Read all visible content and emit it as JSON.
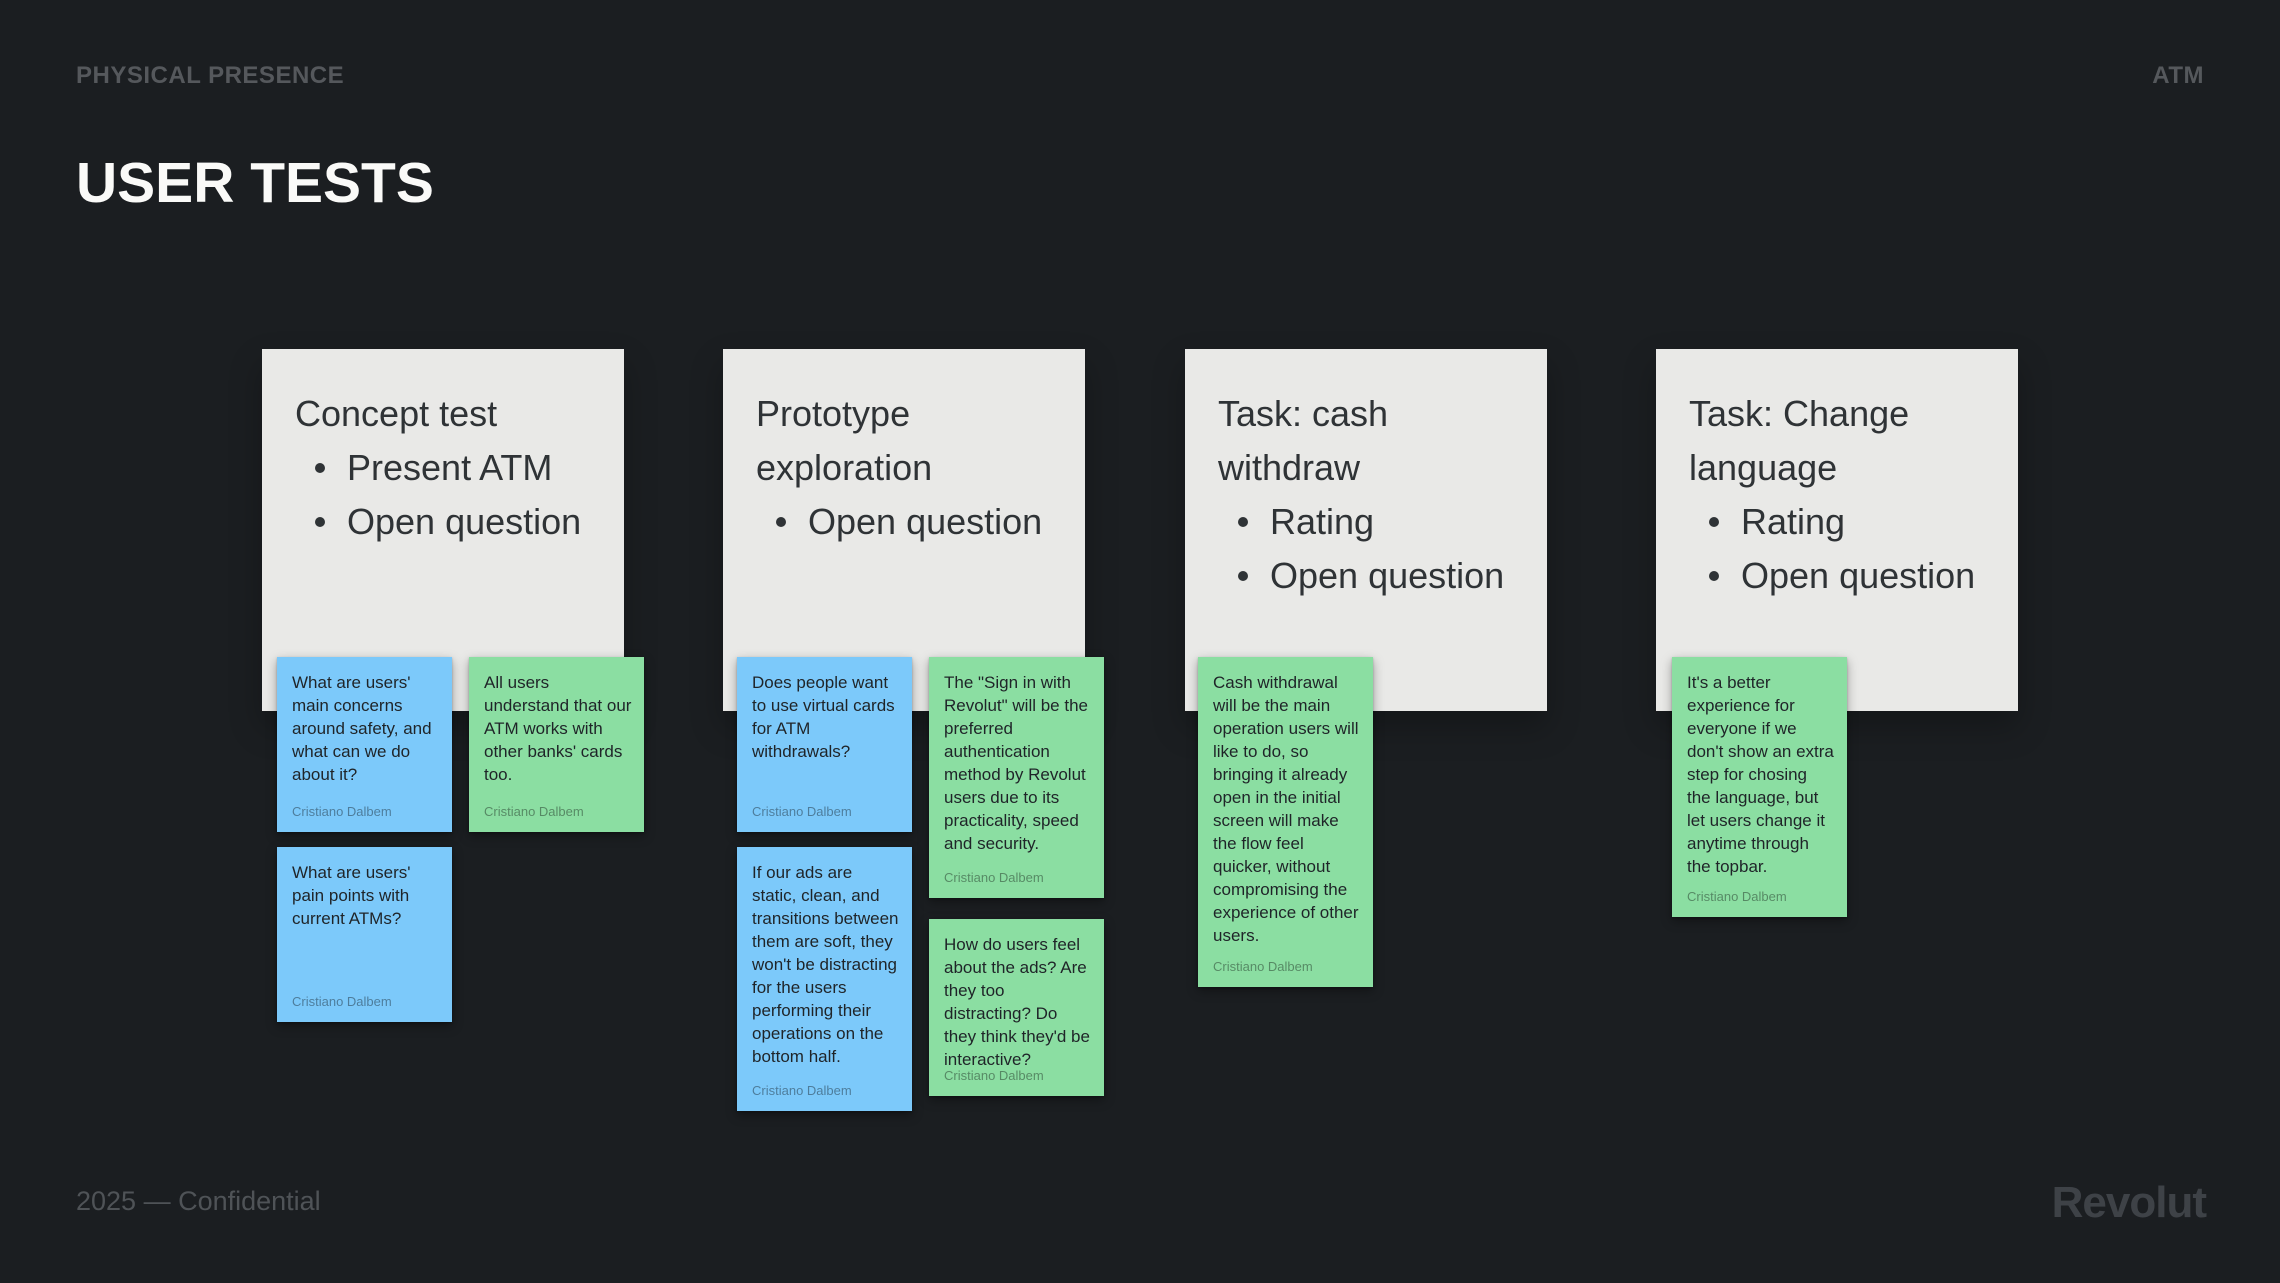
{
  "header": {
    "eyebrow": "PHYSICAL PRESENCE",
    "tag": "ATM"
  },
  "title": "USER TESTS",
  "footer": {
    "left": "2025 — Confidential",
    "logo": "Revolut"
  },
  "colors": {
    "background": "#1B1E21",
    "card": "#E9E9E7",
    "note_blue": "#7CC9FA",
    "note_green": "#8BDEA2",
    "eyebrow_text": "#55585C",
    "title_text": "#FAFAF8"
  },
  "columns": [
    {
      "heading": "Concept test",
      "bullets": [
        "Present ATM",
        "Open question"
      ],
      "notes": [
        {
          "color": "blue",
          "text": "What are users' main concerns around safety, and what can we do about it?",
          "author": "Cristiano Dalbem"
        },
        {
          "color": "green",
          "text": "All users understand that our ATM works with other banks' cards too.",
          "author": "Cristiano Dalbem"
        },
        {
          "color": "blue",
          "text": "What are users' pain points with current ATMs?",
          "author": "Cristiano Dalbem"
        }
      ]
    },
    {
      "heading": "Prototype exploration",
      "bullets": [
        "Open question"
      ],
      "notes": [
        {
          "color": "blue",
          "text": "Does people want to use virtual cards for ATM withdrawals?",
          "author": "Cristiano Dalbem"
        },
        {
          "color": "green",
          "text": "The \"Sign in with Revolut\" will be the preferred authentication method by Revolut users due to its practicality, speed and security.",
          "author": "Cristiano Dalbem"
        },
        {
          "color": "blue",
          "text": "If our ads are static, clean, and transitions between them are soft, they won't be distracting for the users performing their operations on the bottom half.",
          "author": "Cristiano Dalbem"
        },
        {
          "color": "green",
          "text": "How do users feel about the ads? Are they too distracting? Do they think they'd be interactive?",
          "author": "Cristiano Dalbem"
        }
      ]
    },
    {
      "heading": "Task: cash withdraw",
      "bullets": [
        "Rating",
        "Open question"
      ],
      "notes": [
        {
          "color": "green",
          "text": "Cash withdrawal will be the main operation users will like to do, so bringing it already open in the initial screen will make the flow feel quicker, without compromising the experience of other users.",
          "author": "Cristiano Dalbem"
        }
      ]
    },
    {
      "heading": "Task: Change language",
      "bullets": [
        "Rating",
        "Open question"
      ],
      "notes": [
        {
          "color": "green",
          "text": "It's a better experience for everyone if we don't show an extra step for chosing the language, but let users change it anytime through the topbar.",
          "author": "Cristiano Dalbem"
        }
      ]
    }
  ]
}
